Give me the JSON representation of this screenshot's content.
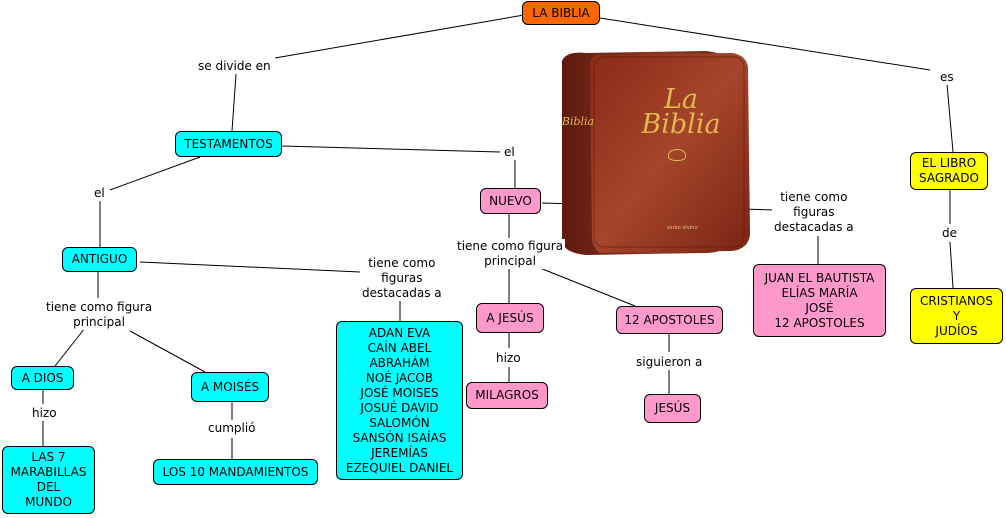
{
  "nodes": {
    "root": "LA BIBLIA",
    "testamentos": "TESTAMENTOS",
    "antiguo": "ANTIGUO",
    "nuevo": "NUEVO",
    "a_dios": "A DIOS",
    "a_moises": "A MOISÉS",
    "marabillas": "LAS 7\nMARABILLAS\nDEL\nMUNDO",
    "mandamientos": "LOS 10 MANDAMIENTOS",
    "figuras_antiguo": "ADAN EVA\nCAÍN ABEL\nABRAHÁM\nNOÉ JACOB\nJOSÉ MOISES\nJOSUÉ DAVID\nSALOMÓN\nSANSÓN ISAÍAS\nJEREMÍAS\nEZEQUIEL DANIEL",
    "a_jesus": "A JESÚS",
    "milagros": "MILAGROS",
    "apostoles": "12 APOSTOLES",
    "jesus": "JESÚS",
    "figuras_nuevo": "JUAN EL BAUTISTA\nELÍAS MARÍA\nJOSÉ\n12 APOSTOLES",
    "libro_sagrado": "EL LIBRO\nSAGRADO",
    "cristianos": "CRISTIANOS\nY\nJUDÍOS"
  },
  "links": {
    "se_divide_en": "se divide en",
    "es": "es",
    "el_antiguo": "el",
    "el_nuevo": "el",
    "figura_antiguo": "tiene como figura\nprincipal",
    "figuras_destacadas_antiguo": "tiene como\nfiguras\ndestacadas a",
    "hizo_dios": "hizo",
    "cumplio": "cumplió",
    "figura_nuevo": "tiene como figura\nprincipal",
    "figuras_destacadas_nuevo": "tiene como\nfiguras\ndestacadas a",
    "hizo_jesus": "hizo",
    "siguieron_a": "siguieron a",
    "de": "de"
  },
  "image": {
    "cover_title": "La\nBiblia",
    "spine_title": "Biblia",
    "publisher": "verbo divino"
  },
  "colors": {
    "cyan": "#00ffff",
    "pink": "#ff99cc",
    "yellow": "#ffff00",
    "orange": "#ff6600"
  }
}
